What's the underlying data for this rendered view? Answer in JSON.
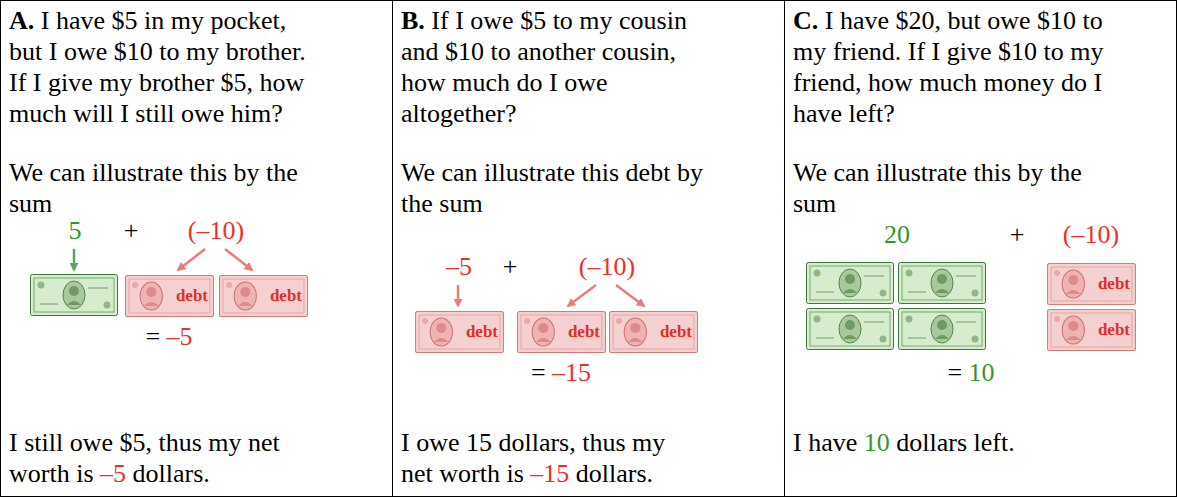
{
  "diagram": {
    "nodes": [
      {
        "text": [
          "A.",
          "I have $5 in my pocket, but I owe $10 to my brother. If I give my brother $5, how much will I still owe him?",
          "We can illustrate this by the sum",
          "5",
          "+",
          "(–10)",
          "=",
          "–5",
          "I still owe $5, thus my net worth is",
          "–5",
          "dollars."
        ]
      },
      {
        "text": [
          "debt"
        ],
        "in": 0
      },
      {
        "text": [
          "debt"
        ],
        "in": 0
      },
      {
        "text": [
          "B.",
          "If I owe $5 to my cousin and $10 to another cousin, how much do I owe altogether?",
          "We can illustrate this debt by the sum",
          "–5",
          "+",
          "(–10)",
          "=",
          "–15",
          "I owe 15 dollars, thus my net worth is",
          "–15",
          "dollars."
        ]
      },
      {
        "text": [
          "debt"
        ],
        "in": 3
      },
      {
        "text": [
          "debt"
        ],
        "in": 3
      },
      {
        "text": [
          "debt"
        ],
        "in": 3
      },
      {
        "text": [
          "C.",
          "I have $20, but owe $10 to my friend. If I give $10 to my friend, how much money do I have left?",
          "We can illustrate this by the sum",
          "20",
          "+",
          "(–10)",
          "=",
          "10",
          "I have",
          "10",
          "dollars left."
        ]
      },
      {
        "text": [
          "debt"
        ],
        "in": 7
      },
      {
        "text": [
          "debt"
        ],
        "in": 7
      }
    ]
  }
}
